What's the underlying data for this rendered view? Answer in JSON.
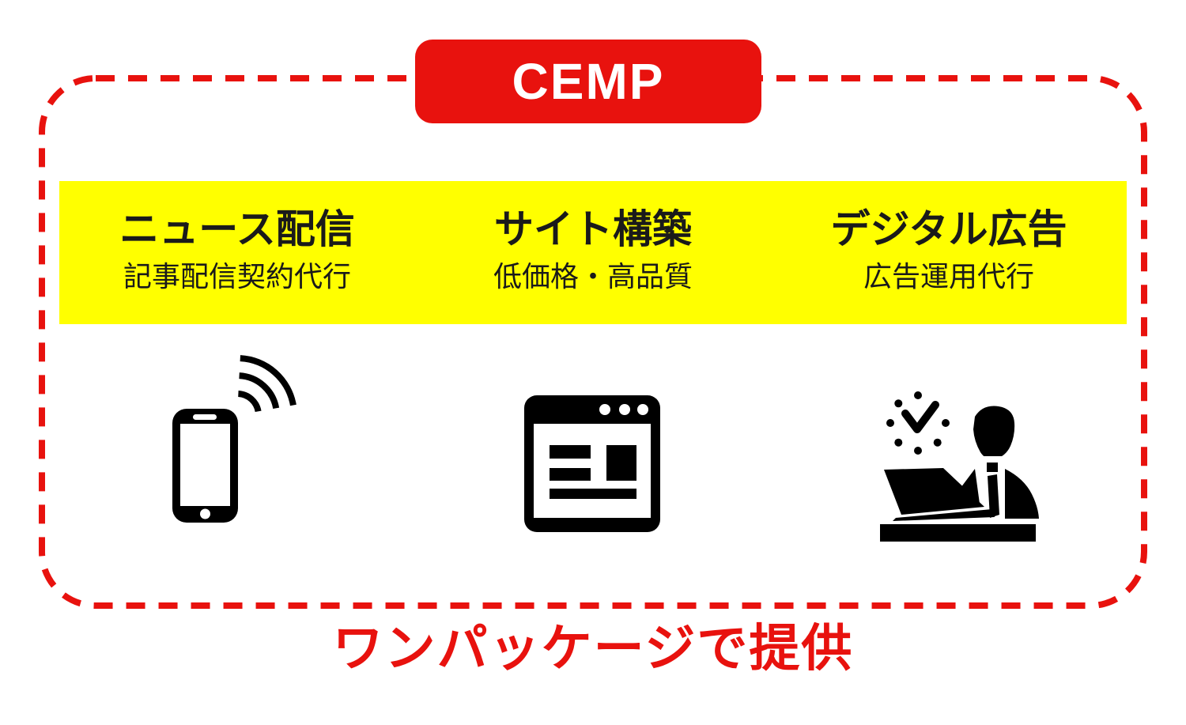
{
  "header": {
    "title": "CEMP"
  },
  "columns": [
    {
      "title": "ニュース配信",
      "subtitle": "記事配信契約代行",
      "icon": "smartphone-signal-icon"
    },
    {
      "title": "サイト構築",
      "subtitle": "低価格・高品質",
      "icon": "browser-window-icon"
    },
    {
      "title": "デジタル広告",
      "subtitle": "広告運用代行",
      "icon": "person-desk-clock-icon"
    }
  ],
  "footer": {
    "caption": "ワンパッケージで提供"
  },
  "colors": {
    "accent_red": "#e8120e",
    "band_yellow": "#ffff00",
    "icon_black": "#000000"
  }
}
